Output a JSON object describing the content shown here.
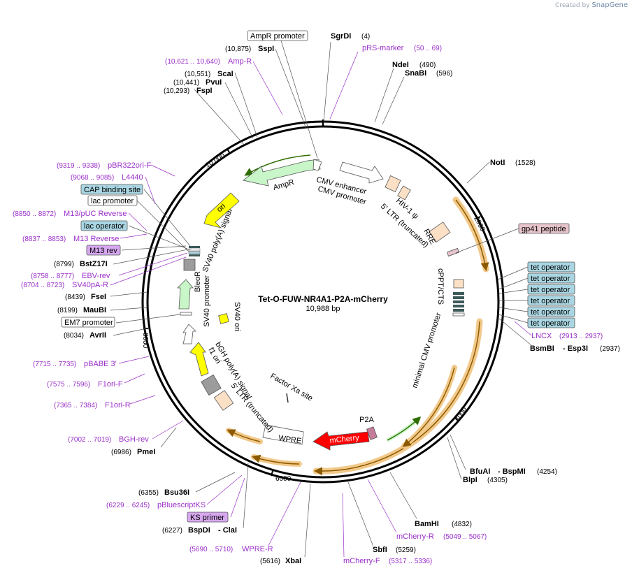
{
  "credit": {
    "prefix": "Created by",
    "brand": "SnapGene"
  },
  "plasmid": {
    "name": "Tet-O-FUW-NR4A1-P2A-mCherry",
    "length_label": "10,988 bp"
  },
  "ticks": [
    {
      "label": "2000"
    },
    {
      "label": "4000"
    },
    {
      "label": "6000"
    },
    {
      "label": "8000"
    },
    {
      "label": "10,000"
    }
  ],
  "enzymes": [
    {
      "name": "SgrDI",
      "pos": "(4)"
    },
    {
      "name": "NdeI",
      "pos": "(490)"
    },
    {
      "name": "SnaBI",
      "pos": "(596)"
    },
    {
      "name": "NotI",
      "pos": "(1528)"
    },
    {
      "name": "BsmBI",
      "name2": "- Esp3I",
      "pos": "(2937)"
    },
    {
      "name": "BfuAI",
      "name2": "- BspMI",
      "pos": "(4254)"
    },
    {
      "name": "BlpI",
      "pos": "(4305)"
    },
    {
      "name": "BamHI",
      "pos": "(4832)"
    },
    {
      "name": "SbfI",
      "pos": "(5259)"
    },
    {
      "name": "XbaI",
      "pos": "(5616)"
    },
    {
      "name": "BspDI",
      "name2": "- ClaI",
      "pos": "(6227)"
    },
    {
      "name": "Bsu36I",
      "pos": "(6355)"
    },
    {
      "name": "PmeI",
      "pos": "(6986)"
    },
    {
      "name": "AvrII",
      "pos": "(8034)"
    },
    {
      "name": "MauBI",
      "pos": "(8199)"
    },
    {
      "name": "FseI",
      "pos": "(8439)"
    },
    {
      "name": "BstZ17I",
      "pos": "(8799)"
    },
    {
      "name": "FspI",
      "pos": "(10,293)"
    },
    {
      "name": "PvuI",
      "pos": "(10,441)"
    },
    {
      "name": "ScaI",
      "pos": "(10,551)"
    },
    {
      "name": "SspI",
      "pos": "(10,875)"
    }
  ],
  "primers": [
    {
      "name": "pRS-marker",
      "range": "(50 .. 69)"
    },
    {
      "name": "LNCX",
      "range": "(2913 .. 2937)"
    },
    {
      "name": "mCherry-R",
      "range": "(5049 .. 5067)"
    },
    {
      "name": "mCherry-F",
      "range": "(5317 .. 5336)"
    },
    {
      "name": "WPRE-R",
      "range": "(5690 .. 5710)"
    },
    {
      "name": "pBluescriptKS",
      "range": "(6229 .. 6245)"
    },
    {
      "name": "BGH-rev",
      "range": "(7002 .. 7019)"
    },
    {
      "name": "F1ori-R",
      "range": "(7365 .. 7384)"
    },
    {
      "name": "F1ori-F",
      "range": "(7575 .. 7596)"
    },
    {
      "name": "pBABE 3'",
      "range": "(7715 .. 7735)"
    },
    {
      "name": "SV40pA-R",
      "range": "(8704 .. 8723)"
    },
    {
      "name": "EBV-rev",
      "range": "(8758 .. 8777)"
    },
    {
      "name": "M13 Reverse",
      "range": "(8837 .. 8853)"
    },
    {
      "name": "M13/pUC Reverse",
      "range": "(8850 .. 8872)"
    },
    {
      "name": "L4440",
      "range": "(9068 .. 9085)"
    },
    {
      "name": "pBR322ori-F",
      "range": "(9319 .. 9338)"
    },
    {
      "name": "Amp-R",
      "range": "(10,621 .. 10,640)"
    }
  ],
  "boxed_features": {
    "ampr_promoter": "AmpR promoter",
    "gp41": "gp41 peptide",
    "tet": [
      "tet operator",
      "tet operator",
      "tet operator",
      "tet operator",
      "tet operator",
      "tet operator"
    ],
    "cap": "CAP binding site",
    "lac_promoter": "lac promoter",
    "lac_operator": "lac operator",
    "m13rev": "M13 rev",
    "em7": "EM7 promoter",
    "ks_primer": "KS primer"
  },
  "inner_labels": {
    "ampr": "AmpR",
    "cmv_enhancer": "CMV enhancer",
    "cmv_promoter": "CMV promoter",
    "hiv": "HIV-1 ψ",
    "ltr5": "5' LTR (truncated)",
    "rre": "RRE",
    "cppt": "cPPT/CTS",
    "min_cmv": "minimal CMV promoter",
    "p2a": "P2A",
    "mcherry": "mCherry",
    "wpre": "WPRE",
    "factor_xa": "Factor Xa site",
    "ltr5b": "5' LTR (truncated)",
    "bgh": "bGH poly(A) signal",
    "f1": "f1 ori",
    "sv40ori": "SV40 ori",
    "sv40prom": "SV40 promoter",
    "bleor": "BleoR",
    "sv40pa": "SV40 poly(A) signal",
    "ori": "ori"
  },
  "colors": {
    "primer": "#9b30c8",
    "ampr": "#c9f6c8",
    "ori": "#ffff00",
    "mcherry": "#ff0000",
    "orf_track": "#f2c98a",
    "orf_arrow": "#8b5a00",
    "tet_box": "#a9d6e2",
    "purple_box": "#d7a8f0",
    "gp41_box": "#e8c4cc",
    "bleor": "#c9f6c8"
  }
}
